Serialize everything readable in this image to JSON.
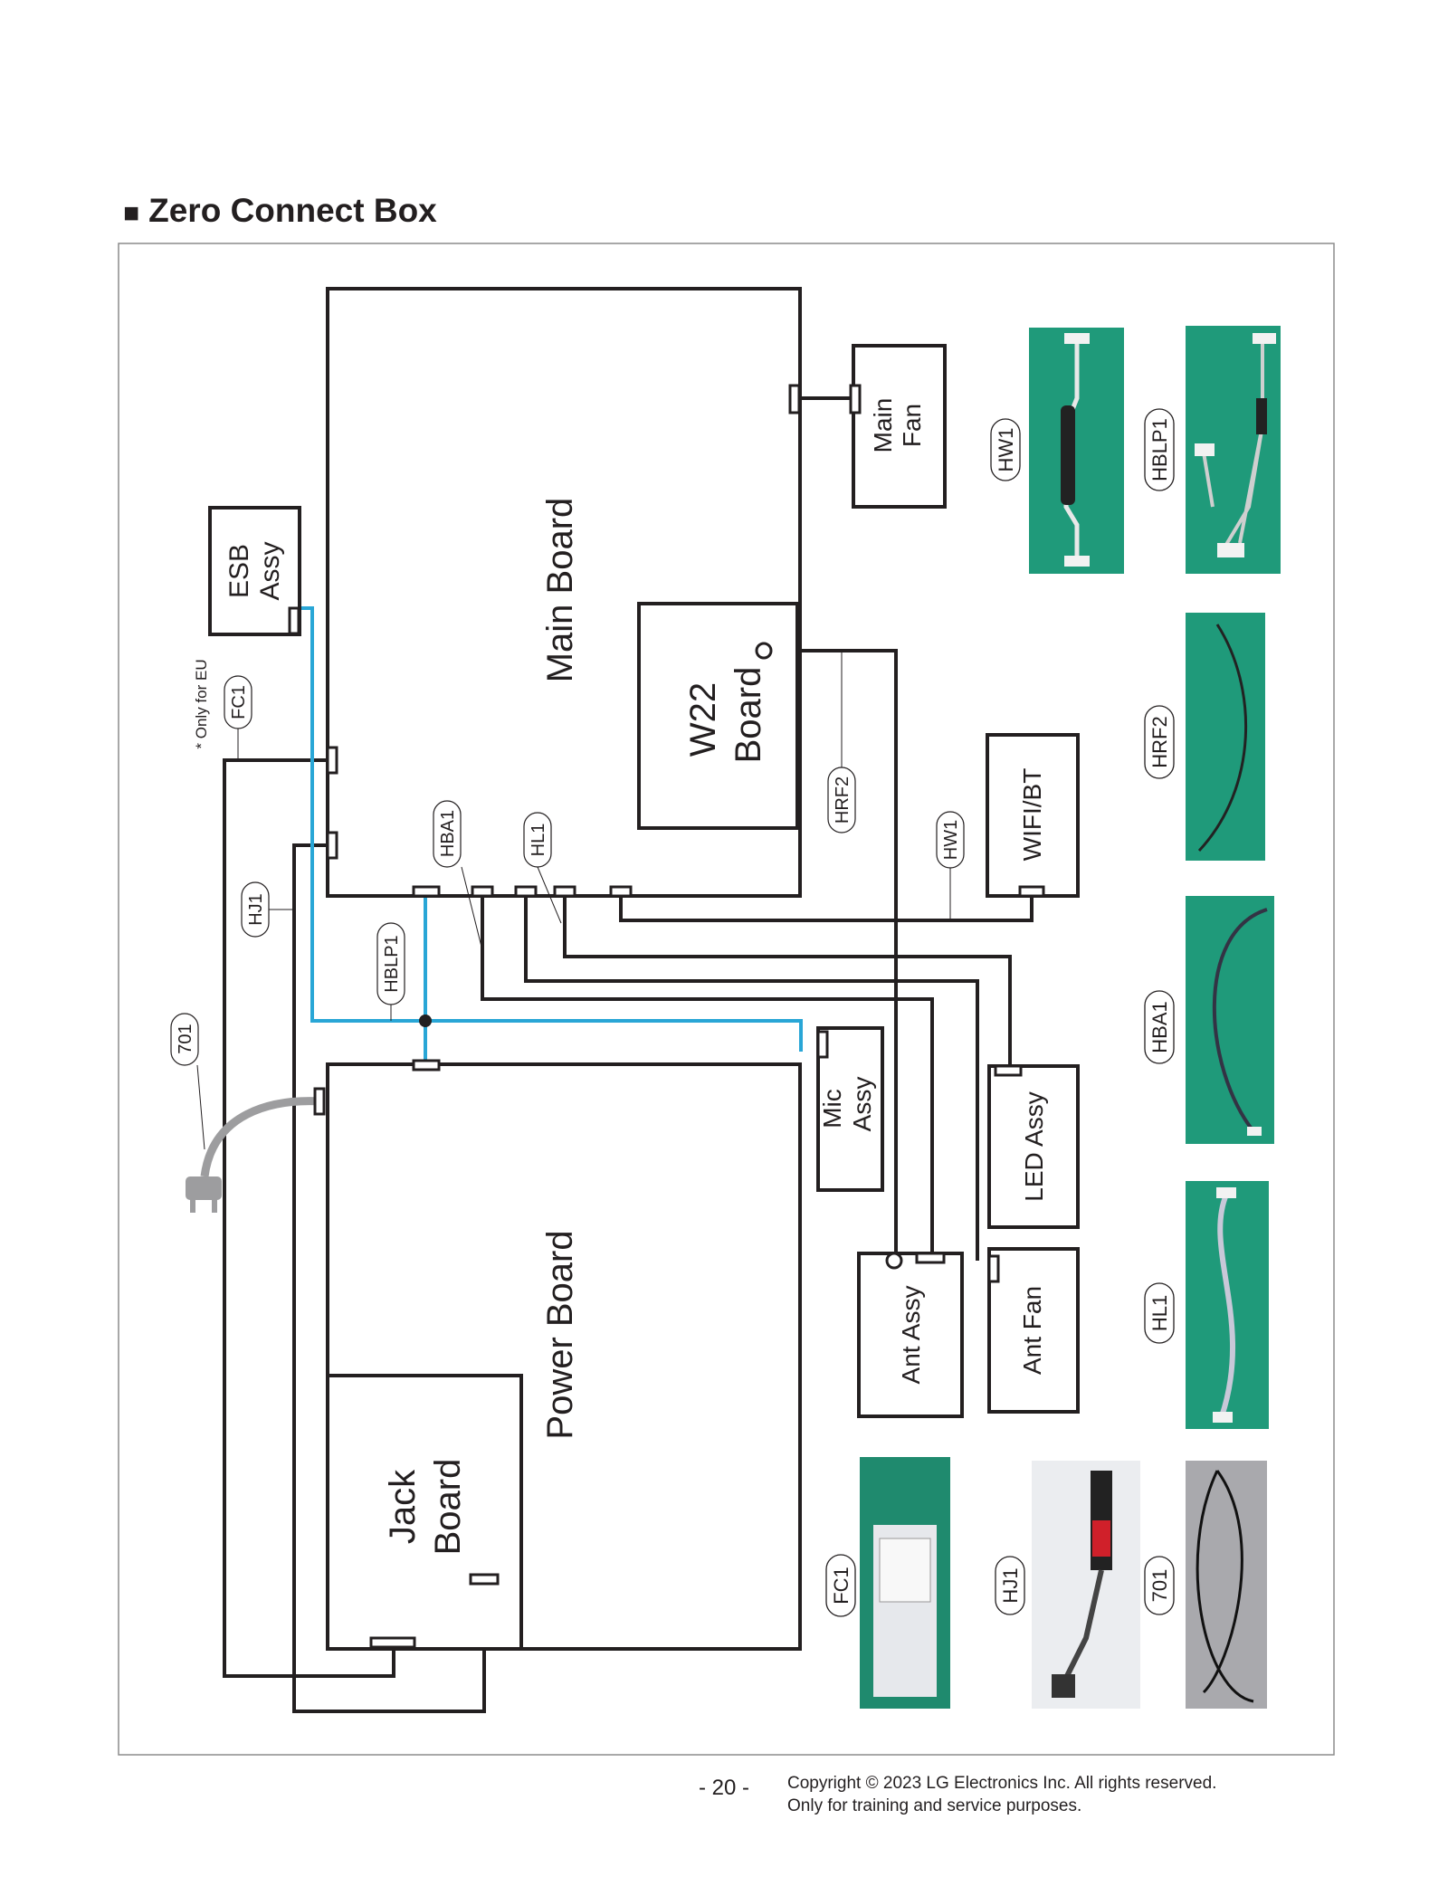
{
  "section": {
    "bullet": "■",
    "title": "Zero Connect Box"
  },
  "blocks": {
    "main_board": "Main Board",
    "w22_board_l1": "W22",
    "w22_board_l2": "Board",
    "main_fan_l1": "Main",
    "main_fan_l2": "Fan",
    "esb_l1": "ESB",
    "esb_l2": "Assy",
    "wifi_bt": "WIFI/BT",
    "power_board": "Power Board",
    "jack_l1": "Jack",
    "jack_l2": "Board",
    "mic_l1": "Mic",
    "mic_l2": "Assy",
    "led_assy": "LED Assy",
    "ant_assy": "Ant Assy",
    "ant_fan": "Ant Fan"
  },
  "note": "* Only for EU",
  "cable_labels": {
    "fc1": "FC1",
    "hj1": "HJ1",
    "c701": "701",
    "hblp1": "HBLP1",
    "hba1": "HBA1",
    "hl1": "HL1",
    "hrf2": "HRF2",
    "hw1": "HW1"
  },
  "photos": [
    {
      "label": "HW1"
    },
    {
      "label": "HBLP1"
    },
    {
      "label": "HRF2"
    },
    {
      "label": "HBA1"
    },
    {
      "label": "HL1"
    },
    {
      "label": "701"
    },
    {
      "label": "HJ1"
    },
    {
      "label": "FC1"
    }
  ],
  "colors": {
    "wire": "#231f20",
    "blue_wire": "#29a6d6",
    "power_cord": "#9d9d9f",
    "photo_bg": "#1f9a7a"
  },
  "footer": {
    "page": "- 20 -",
    "copyright_l1": "Copyright © 2023 LG Electronics Inc. All rights reserved.",
    "copyright_l2": "Only for training and service purposes."
  }
}
